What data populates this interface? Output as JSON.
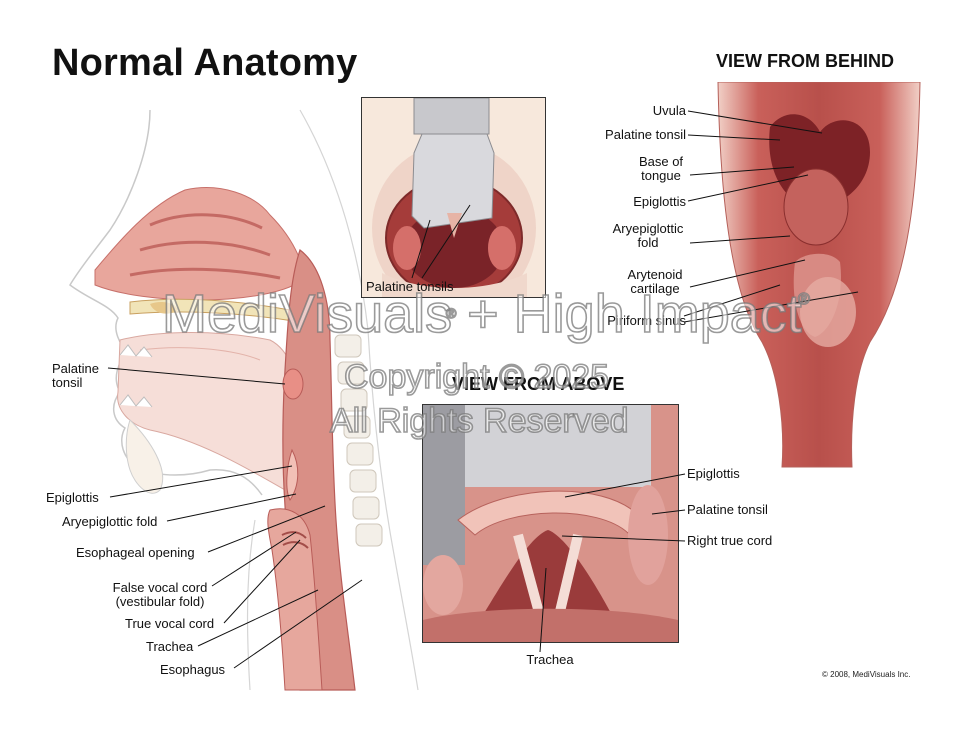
{
  "title": "Normal Anatomy",
  "sections": {
    "behind": "VIEW FROM BEHIND",
    "above": "VIEW FROM ABOVE"
  },
  "sagittal_labels": {
    "palatine_tonsil": "Palatine\ntonsil",
    "epiglottis": "Epiglottis",
    "aryepiglottic_fold": "Aryepiglottic fold",
    "esophageal_opening": "Esophageal opening",
    "false_vocal_cord": "False vocal cord\n(vestibular fold)",
    "true_vocal_cord": "True vocal cord",
    "trachea": "Trachea",
    "esophagus": "Esophagus"
  },
  "mouth_labels": {
    "palatine_tonsils": "Palatine tonsils"
  },
  "behind_labels": {
    "uvula": "Uvula",
    "palatine_tonsil": "Palatine tonsil",
    "base_of_tongue": "Base of\ntongue",
    "epiglottis": "Epiglottis",
    "aryepiglottic_fold": "Aryepiglottic\nfold",
    "arytenoid_cartilage": "Arytenoid\ncartilage",
    "piriform_sinus": "Piriform sinus"
  },
  "above_labels": {
    "epiglottis": "Epiglottis",
    "palatine_tonsil": "Palatine tonsil",
    "right_true_cord": "Right true cord",
    "trachea": "Trachea"
  },
  "watermark": {
    "line1": "MediVisuals + High Impact",
    "reg1": "®",
    "reg2": "®",
    "line2": "Copyright © 2025",
    "line3": "All Rights Reserved"
  },
  "copyright": "© 2008, MediVisuals Inc.",
  "colors": {
    "tissue": "#d98f86",
    "tissue_dark": "#b85c58",
    "tissue_light": "#efc2b8",
    "bone": "#eadcc0",
    "skin_line": "#c9c9c9",
    "leader": "#111111"
  }
}
